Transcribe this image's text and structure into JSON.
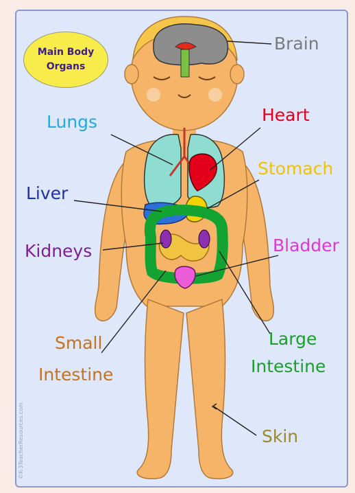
{
  "title": {
    "line1": "Main Body",
    "line2": "Organs"
  },
  "labels": {
    "brain": "Brain",
    "lungs": "Lungs",
    "heart": "Heart",
    "stomach": "Stomach",
    "liver": "Liver",
    "kidneys": "Kidneys",
    "bladder": "Bladder",
    "small_intestine_1": "Small",
    "small_intestine_2": "Intestine",
    "large_intestine_1": "Large",
    "large_intestine_2": "Intestine",
    "skin": "Skin"
  },
  "watermark": "©K-3TeacherResources.com",
  "colors": {
    "brain": "#7a7a7a",
    "lungs": "#25a9e0",
    "heart": "#e3001b",
    "stomach": "#f2c200",
    "liver": "#1f2fa6",
    "kidneys": "#7a2290",
    "bladder": "#e236d4",
    "small_intestine": "#c4731f",
    "large_intestine": "#1a9e2c",
    "skin": "#9a8a2a",
    "skin_tone": "#f5b468",
    "hair": "#f5c64a"
  }
}
